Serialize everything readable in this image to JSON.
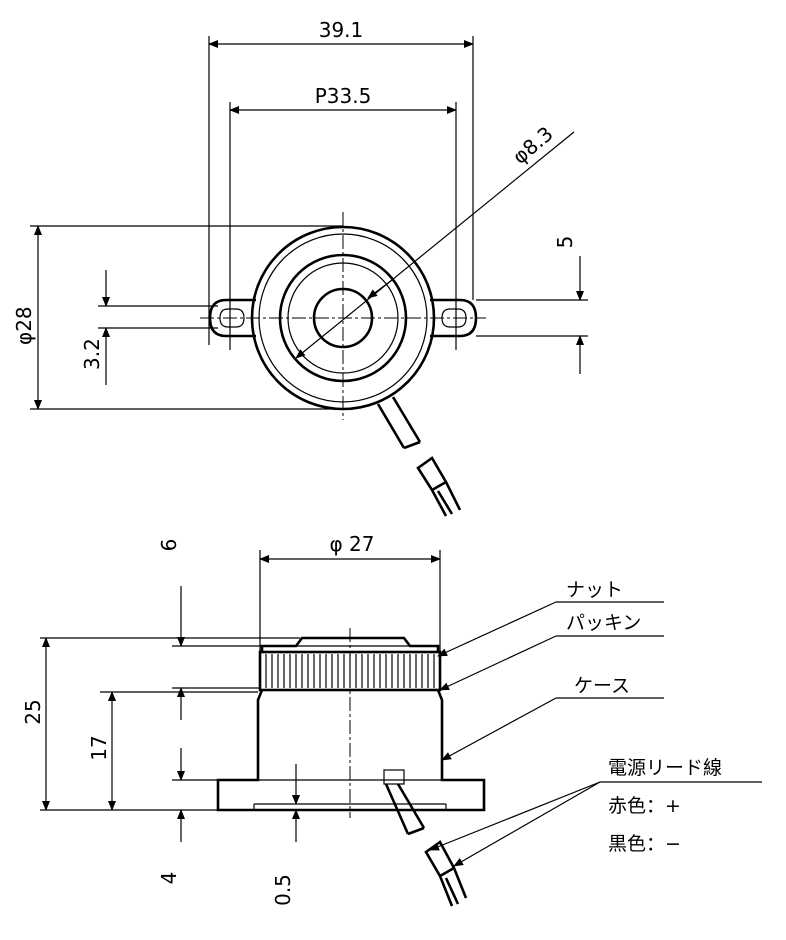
{
  "top_view": {
    "dims": {
      "overall_width": "39.1",
      "pitch": "P33.5",
      "hole_dia": "φ8.3",
      "offset": "5",
      "slot": "3.2",
      "body_dia": "φ28"
    }
  },
  "side_view": {
    "dims": {
      "top_dia": "φ 27",
      "nut_h": "6",
      "total_h": "25",
      "case_h": "17",
      "flange_h": "4",
      "gap": "0.5"
    },
    "labels": {
      "nut": "ナット",
      "packing": "パッキン",
      "case": "ケース",
      "lead": "電源リード線",
      "red": "赤色：+",
      "black": "黒色：−"
    }
  }
}
